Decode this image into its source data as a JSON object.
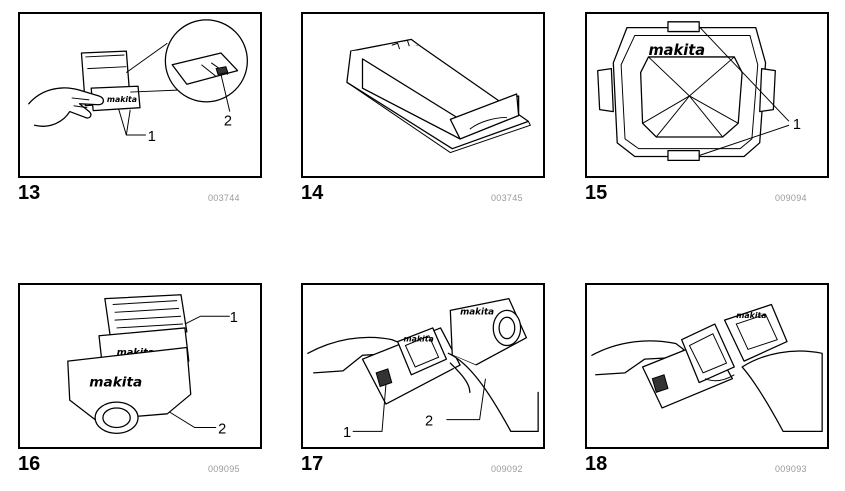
{
  "figures": [
    {
      "number": "13",
      "code": "003744",
      "callouts": [
        "1",
        "2"
      ],
      "brand": "makita"
    },
    {
      "number": "14",
      "code": "003745",
      "callouts": [],
      "brand": ""
    },
    {
      "number": "15",
      "code": "009094",
      "callouts": [
        "1"
      ],
      "brand": "makita"
    },
    {
      "number": "16",
      "code": "009095",
      "callouts": [
        "1",
        "2"
      ],
      "brand": "makita"
    },
    {
      "number": "17",
      "code": "009092",
      "callouts": [
        "1",
        "2"
      ],
      "brand": "makita"
    },
    {
      "number": "18",
      "code": "009093",
      "callouts": [],
      "brand": "makita"
    }
  ]
}
